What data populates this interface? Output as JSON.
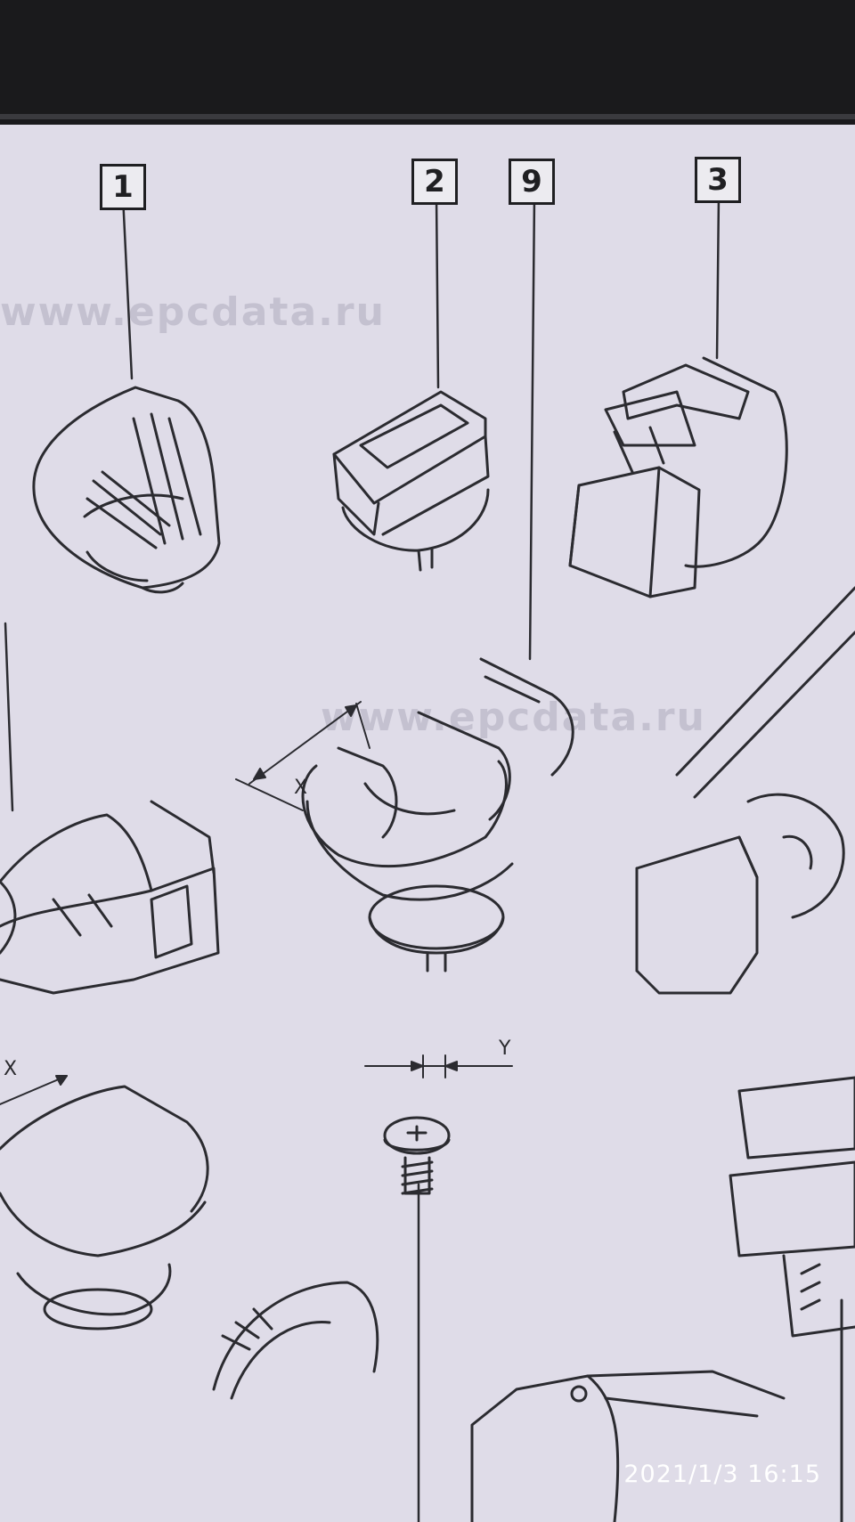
{
  "callouts": [
    {
      "id": "1",
      "label": "1"
    },
    {
      "id": "2",
      "label": "2"
    },
    {
      "id": "9",
      "label": "9"
    },
    {
      "id": "3",
      "label": "3"
    }
  ],
  "watermark_text": "www.epcdata.ru",
  "dimensions": {
    "x_label": "X",
    "y_label": "Y"
  },
  "timestamp": "2021/1/3 16:15"
}
